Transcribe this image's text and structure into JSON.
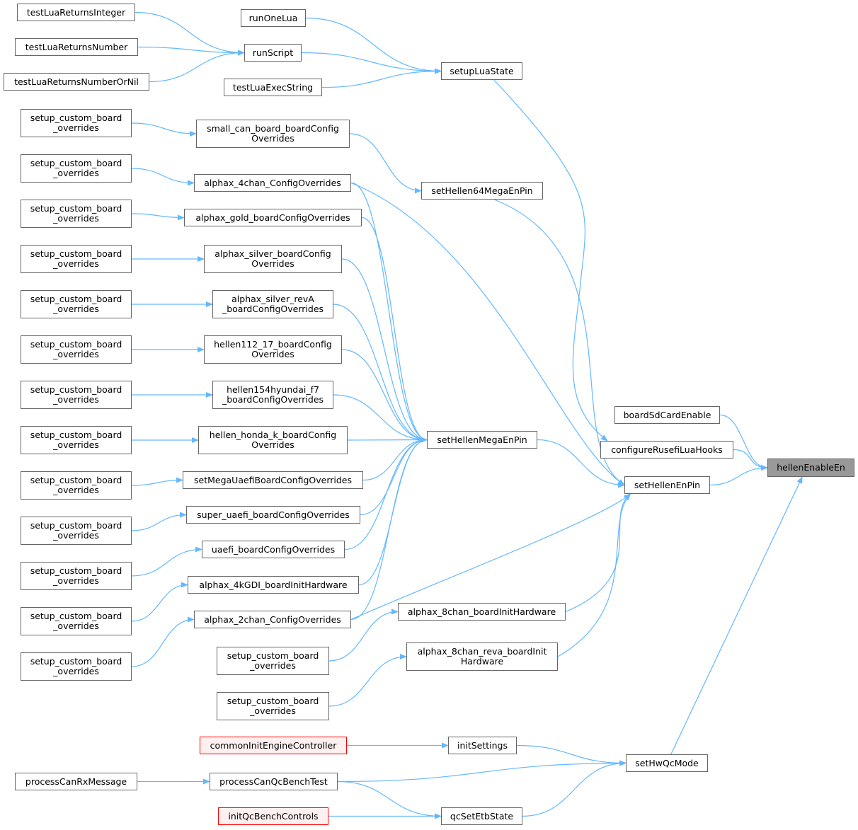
{
  "graph": {
    "title": "hellenEnableEn caller graph",
    "edge_color": "#63b8ff",
    "nodes": [
      {
        "id": "hellenEnableEn",
        "lines": [
          "hellenEnableEn"
        ],
        "style": "focus"
      },
      {
        "id": "boardSdCardEnable",
        "lines": [
          "boardSdCardEnable"
        ]
      },
      {
        "id": "configureRusefiLuaHooks",
        "lines": [
          "configureRusefiLuaHooks"
        ]
      },
      {
        "id": "setHellenEnPin",
        "lines": [
          "setHellenEnPin"
        ]
      },
      {
        "id": "setHwQcMode",
        "lines": [
          "setHwQcMode"
        ]
      },
      {
        "id": "setupLuaState",
        "lines": [
          "setupLuaState"
        ]
      },
      {
        "id": "runOneLua",
        "lines": [
          "runOneLua"
        ]
      },
      {
        "id": "runScript",
        "lines": [
          "runScript"
        ]
      },
      {
        "id": "testLuaExecString",
        "lines": [
          "testLuaExecString"
        ]
      },
      {
        "id": "testLuaReturnsInteger",
        "lines": [
          "testLuaReturnsInteger"
        ]
      },
      {
        "id": "testLuaReturnsNumber",
        "lines": [
          "testLuaReturnsNumber"
        ]
      },
      {
        "id": "testLuaReturnsNumberOrNil",
        "lines": [
          "testLuaReturnsNumberOrNil"
        ]
      },
      {
        "id": "setHellen64MegaEnPin",
        "lines": [
          "setHellen64MegaEnPin"
        ]
      },
      {
        "id": "setHellenMegaEnPin",
        "lines": [
          "setHellenMegaEnPin"
        ]
      },
      {
        "id": "small_can",
        "lines": [
          "small_can_board_boardConfig",
          "Overrides"
        ]
      },
      {
        "id": "alphax_4chan",
        "lines": [
          "alphax_4chan_ConfigOverrides"
        ]
      },
      {
        "id": "alphax_gold",
        "lines": [
          "alphax_gold_boardConfigOverrides"
        ]
      },
      {
        "id": "alphax_silver",
        "lines": [
          "alphax_silver_boardConfig",
          "Overrides"
        ]
      },
      {
        "id": "alphax_silver_revA",
        "lines": [
          "alphax_silver_revA",
          "_boardConfigOverrides"
        ]
      },
      {
        "id": "hellen112",
        "lines": [
          "hellen112_17_boardConfig",
          "Overrides"
        ]
      },
      {
        "id": "hellen154",
        "lines": [
          "hellen154hyundai_f7",
          "_boardConfigOverrides"
        ]
      },
      {
        "id": "hellen_honda",
        "lines": [
          "hellen_honda_k_boardConfig",
          "Overrides"
        ]
      },
      {
        "id": "setMegaUaefi",
        "lines": [
          "setMegaUaefiBoardConfigOverrides"
        ]
      },
      {
        "id": "super_uaefi",
        "lines": [
          "super_uaefi_boardConfigOverrides"
        ]
      },
      {
        "id": "uaefi",
        "lines": [
          "uaefi_boardConfigOverrides"
        ]
      },
      {
        "id": "alphax_4kGDI",
        "lines": [
          "alphax_4kGDI_boardInitHardware"
        ]
      },
      {
        "id": "alphax_2chan",
        "lines": [
          "alphax_2chan_ConfigOverrides"
        ]
      },
      {
        "id": "alphax_8chan",
        "lines": [
          "alphax_8chan_boardInitHardware"
        ]
      },
      {
        "id": "alphax_8chan_reva",
        "lines": [
          "alphax_8chan_reva_boardInit",
          "Hardware"
        ]
      },
      {
        "id": "scb1",
        "lines": [
          "setup_custom_board",
          "_overrides"
        ]
      },
      {
        "id": "scb2",
        "lines": [
          "setup_custom_board",
          "_overrides"
        ]
      },
      {
        "id": "scb3",
        "lines": [
          "setup_custom_board",
          "_overrides"
        ]
      },
      {
        "id": "scb4",
        "lines": [
          "setup_custom_board",
          "_overrides"
        ]
      },
      {
        "id": "scb5",
        "lines": [
          "setup_custom_board",
          "_overrides"
        ]
      },
      {
        "id": "scb6",
        "lines": [
          "setup_custom_board",
          "_overrides"
        ]
      },
      {
        "id": "scb7",
        "lines": [
          "setup_custom_board",
          "_overrides"
        ]
      },
      {
        "id": "scb8",
        "lines": [
          "setup_custom_board",
          "_overrides"
        ]
      },
      {
        "id": "scb9",
        "lines": [
          "setup_custom_board",
          "_overrides"
        ]
      },
      {
        "id": "scb10",
        "lines": [
          "setup_custom_board",
          "_overrides"
        ]
      },
      {
        "id": "scb11",
        "lines": [
          "setup_custom_board",
          "_overrides"
        ]
      },
      {
        "id": "scb12",
        "lines": [
          "setup_custom_board",
          "_overrides"
        ]
      },
      {
        "id": "scb13",
        "lines": [
          "setup_custom_board",
          "_overrides"
        ]
      },
      {
        "id": "scb14",
        "lines": [
          "setup_custom_board",
          "_overrides"
        ]
      },
      {
        "id": "scb15",
        "lines": [
          "setup_custom_board",
          "_overrides"
        ]
      },
      {
        "id": "commonInitEngineController",
        "lines": [
          "commonInitEngineController"
        ],
        "style": "red"
      },
      {
        "id": "initSettings",
        "lines": [
          "initSettings"
        ]
      },
      {
        "id": "processCanRxMessage",
        "lines": [
          "processCanRxMessage"
        ]
      },
      {
        "id": "processCanQcBenchTest",
        "lines": [
          "processCanQcBenchTest"
        ]
      },
      {
        "id": "initQcBenchControls",
        "lines": [
          "initQcBenchControls"
        ],
        "style": "red"
      },
      {
        "id": "qcSetEtbState",
        "lines": [
          "qcSetEtbState"
        ]
      }
    ],
    "edges": [
      [
        "testLuaReturnsInteger",
        "runScript"
      ],
      [
        "testLuaReturnsNumber",
        "runScript"
      ],
      [
        "testLuaReturnsNumberOrNil",
        "runScript"
      ],
      [
        "runOneLua",
        "setupLuaState"
      ],
      [
        "runScript",
        "setupLuaState"
      ],
      [
        "testLuaExecString",
        "setupLuaState"
      ],
      [
        "setupLuaState",
        "configureRusefiLuaHooks"
      ],
      [
        "scb1",
        "small_can"
      ],
      [
        "scb2",
        "alphax_4chan"
      ],
      [
        "scb3",
        "alphax_gold"
      ],
      [
        "scb4",
        "alphax_silver"
      ],
      [
        "scb5",
        "alphax_silver_revA"
      ],
      [
        "scb6",
        "hellen112"
      ],
      [
        "scb7",
        "hellen154"
      ],
      [
        "scb8",
        "hellen_honda"
      ],
      [
        "scb9",
        "setMegaUaefi"
      ],
      [
        "scb10",
        "super_uaefi"
      ],
      [
        "scb11",
        "uaefi"
      ],
      [
        "scb12",
        "alphax_4kGDI"
      ],
      [
        "scb13",
        "alphax_2chan"
      ],
      [
        "scb14",
        "alphax_8chan"
      ],
      [
        "scb15",
        "alphax_8chan_reva"
      ],
      [
        "small_can",
        "setHellen64MegaEnPin"
      ],
      [
        "setHellen64MegaEnPin",
        "setHellenEnPin"
      ],
      [
        "alphax_4chan",
        "setHellenMegaEnPin"
      ],
      [
        "alphax_4chan",
        "setHellenEnPin"
      ],
      [
        "alphax_gold",
        "setHellenMegaEnPin"
      ],
      [
        "alphax_silver",
        "setHellenMegaEnPin"
      ],
      [
        "alphax_silver_revA",
        "setHellenMegaEnPin"
      ],
      [
        "hellen112",
        "setHellenMegaEnPin"
      ],
      [
        "hellen154",
        "setHellenMegaEnPin"
      ],
      [
        "hellen_honda",
        "setHellenMegaEnPin"
      ],
      [
        "setMegaUaefi",
        "setHellenMegaEnPin"
      ],
      [
        "super_uaefi",
        "setHellenMegaEnPin"
      ],
      [
        "uaefi",
        "setHellenMegaEnPin"
      ],
      [
        "alphax_4kGDI",
        "setHellenMegaEnPin"
      ],
      [
        "alphax_2chan",
        "setHellenMegaEnPin"
      ],
      [
        "alphax_2chan",
        "setHellenEnPin"
      ],
      [
        "setHellenMegaEnPin",
        "setHellenEnPin"
      ],
      [
        "alphax_8chan",
        "setHellenEnPin"
      ],
      [
        "alphax_8chan_reva",
        "setHellenEnPin"
      ],
      [
        "boardSdCardEnable",
        "hellenEnableEn"
      ],
      [
        "configureRusefiLuaHooks",
        "hellenEnableEn"
      ],
      [
        "setHellenEnPin",
        "hellenEnableEn"
      ],
      [
        "setHwQcMode",
        "hellenEnableEn"
      ],
      [
        "commonInitEngineController",
        "initSettings"
      ],
      [
        "initSettings",
        "setHwQcMode"
      ],
      [
        "processCanRxMessage",
        "processCanQcBenchTest"
      ],
      [
        "processCanQcBenchTest",
        "setHwQcMode"
      ],
      [
        "processCanQcBenchTest",
        "qcSetEtbState"
      ],
      [
        "initQcBenchControls",
        "qcSetEtbState"
      ],
      [
        "qcSetEtbState",
        "setHwQcMode"
      ]
    ]
  }
}
